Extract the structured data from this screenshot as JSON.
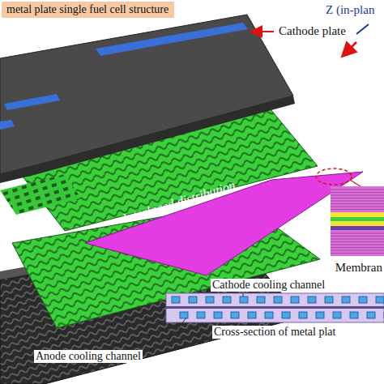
{
  "diagram": {
    "nodes": [
      {
        "text": [
          "metal plate single fuel cell structure"
        ]
      }
    ],
    "labels": [
      "Cathode plate",
      "Z (in-plan",
      "Interlaced distribution",
      "Membran",
      "Cathode cooling channel",
      "Cross-section of metal plat",
      "Anode cooling channel"
    ]
  }
}
